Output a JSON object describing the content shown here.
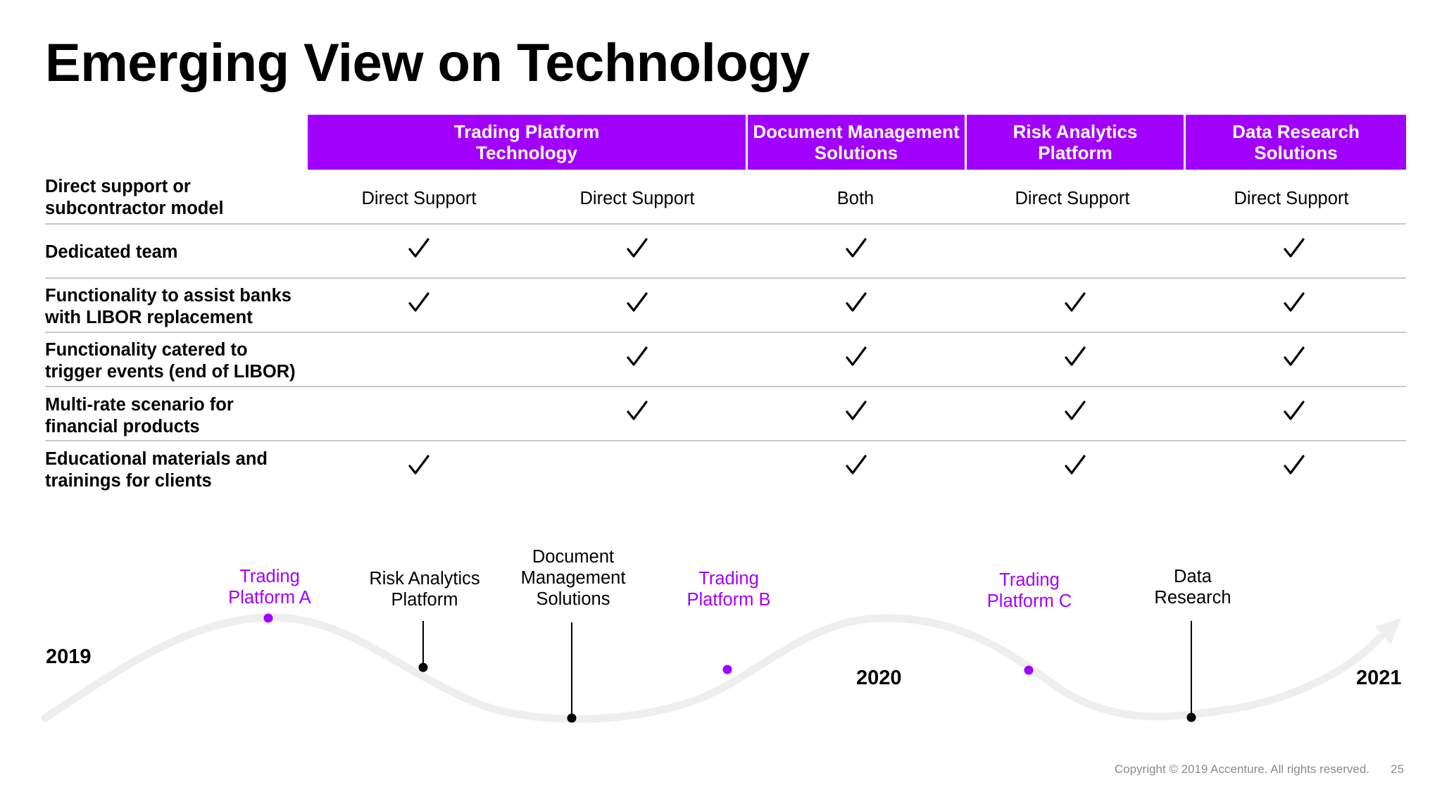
{
  "slide": {
    "title": "Emerging View on Technology",
    "copyright": "Copyright © 2019 Accenture. All rights reserved.",
    "page_number": "25"
  },
  "table": {
    "headers": [
      [
        "Trading Platform",
        "Technology"
      ],
      [
        "Document Management",
        "Solutions"
      ],
      [
        "Risk Analytics",
        "Platform"
      ],
      [
        "Data Research",
        "Solutions"
      ]
    ],
    "rows": [
      {
        "label": [
          "Direct support or",
          "subcontractor model"
        ],
        "cells": [
          "Direct Support",
          "Direct Support",
          "Both",
          "Direct Support",
          "Direct Support"
        ]
      },
      {
        "label": [
          "Dedicated team"
        ],
        "checks": [
          true,
          true,
          true,
          false,
          true
        ]
      },
      {
        "label": [
          "Functionality to assist banks",
          "with LIBOR replacement"
        ],
        "checks": [
          true,
          true,
          true,
          true,
          true
        ]
      },
      {
        "label": [
          "Functionality catered to",
          "trigger events (end of LIBOR)"
        ],
        "checks": [
          false,
          true,
          true,
          true,
          true
        ]
      },
      {
        "label": [
          "Multi-rate scenario for",
          "financial products"
        ],
        "checks": [
          false,
          true,
          true,
          true,
          true
        ]
      },
      {
        "label": [
          "Educational materials  and",
          "trainings for clients"
        ],
        "checks": [
          true,
          false,
          true,
          true,
          true
        ]
      }
    ],
    "check_glyph": "✓"
  },
  "timeline": {
    "years": [
      "2019",
      "2020",
      "2021"
    ],
    "events": [
      {
        "lines": [
          "Trading",
          "Platform A"
        ],
        "highlight": true
      },
      {
        "lines": [
          "Risk Analytics",
          "Platform"
        ],
        "highlight": false
      },
      {
        "lines": [
          "Document",
          "Management",
          "Solutions"
        ],
        "highlight": false
      },
      {
        "lines": [
          "Trading",
          "Platform B"
        ],
        "highlight": true
      },
      {
        "lines": [
          "Trading",
          "Platform C"
        ],
        "highlight": true
      },
      {
        "lines": [
          "Data",
          "Research"
        ],
        "highlight": false
      }
    ]
  },
  "colors": {
    "accent": "#a100ff",
    "curve": "#eeeeee",
    "divider": "#c8c8c8",
    "marker": "#000000"
  }
}
